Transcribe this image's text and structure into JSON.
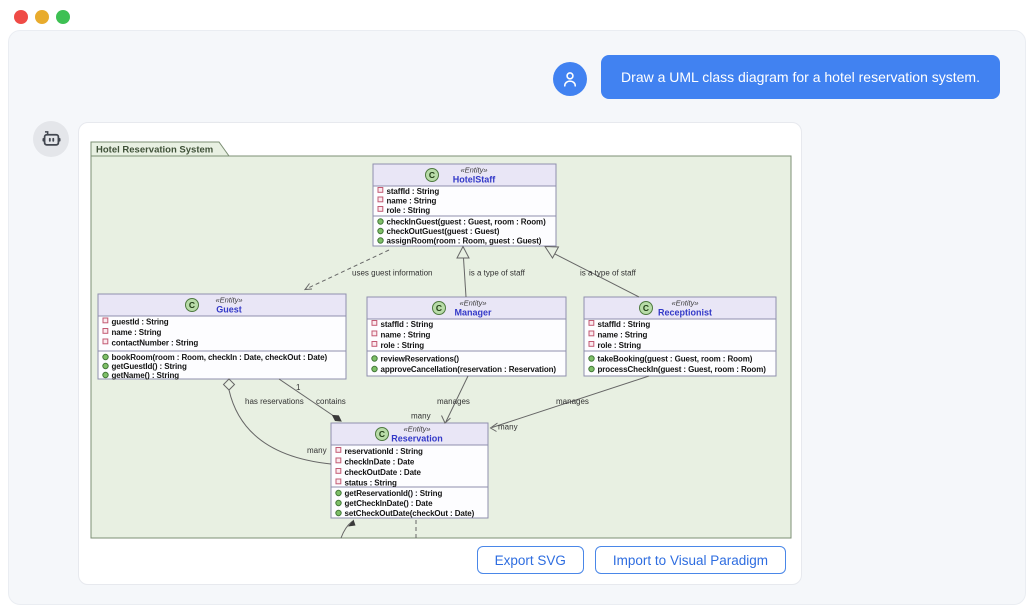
{
  "chat": {
    "user_message": "Draw a UML class diagram for a hotel reservation system."
  },
  "actions": {
    "export_label": "Export SVG",
    "import_label": "Import to Visual Paradigm"
  },
  "diagram": {
    "frame_title": "Hotel Reservation System",
    "classes": [
      {
        "icon": "C",
        "stereotype": "«Entity»",
        "name": "HotelStaff",
        "attributes": [
          "staffId : String",
          "name : String",
          "role : String"
        ],
        "operations": [
          "checkInGuest(guest : Guest, room : Room)",
          "checkOutGuest(guest : Guest)",
          "assignRoom(room : Room, guest : Guest)"
        ]
      },
      {
        "icon": "C",
        "stereotype": "«Entity»",
        "name": "Guest",
        "attributes": [
          "guestId : String",
          "name : String",
          "contactNumber : String"
        ],
        "operations": [
          "bookRoom(room : Room, checkIn : Date, checkOut : Date)",
          "getGuestId() : String",
          "getName() : String"
        ]
      },
      {
        "icon": "C",
        "stereotype": "«Entity»",
        "name": "Manager",
        "attributes": [
          "staffId : String",
          "name : String",
          "role : String"
        ],
        "operations": [
          "reviewReservations()",
          "approveCancellation(reservation : Reservation)"
        ]
      },
      {
        "icon": "C",
        "stereotype": "«Entity»",
        "name": "Receptionist",
        "attributes": [
          "staffId : String",
          "name : String",
          "role : String"
        ],
        "operations": [
          "takeBooking(guest : Guest, room : Room)",
          "processCheckIn(guest : Guest, room : Room)"
        ]
      },
      {
        "icon": "C",
        "stereotype": "«Entity»",
        "name": "Reservation",
        "attributes": [
          "reservationId : String",
          "checkInDate : Date",
          "checkOutDate : Date",
          "status : String"
        ],
        "operations": [
          "getReservationId() : String",
          "getCheckInDate() : Date",
          "setCheckOutDate(checkOut : Date)"
        ]
      }
    ],
    "edge_labels": {
      "uses_guest_information": "uses guest information",
      "is_a_type_of_staff_left": "is a type of staff",
      "is_a_type_of_staff_right": "is a type of staff",
      "has_reservations": "has reservations",
      "contains": "contains",
      "manages_left": "manages",
      "manages_right": "manages",
      "mult_one": "1",
      "mult_many_left": "many",
      "mult_many_top": "many",
      "mult_many_right": "many"
    }
  },
  "colors": {
    "accent_blue": "#4182f1",
    "button_border": "#4a87e8",
    "button_text": "#2e6de0",
    "frame_bg": "#e8f0e2",
    "frame_border": "#7c8f74",
    "class_header": "#e9e6f6",
    "class_body": "#fdfdff",
    "class_border": "#8f8fae",
    "class_name_text": "#3339c8",
    "entity_icon_fill": "#b8dca8",
    "attribute_marker": "#c25a73",
    "operation_marker": "#7fc068",
    "traffic_red": "#ef4b46",
    "traffic_yellow": "#e8ab2d",
    "traffic_green": "#3dc053"
  }
}
